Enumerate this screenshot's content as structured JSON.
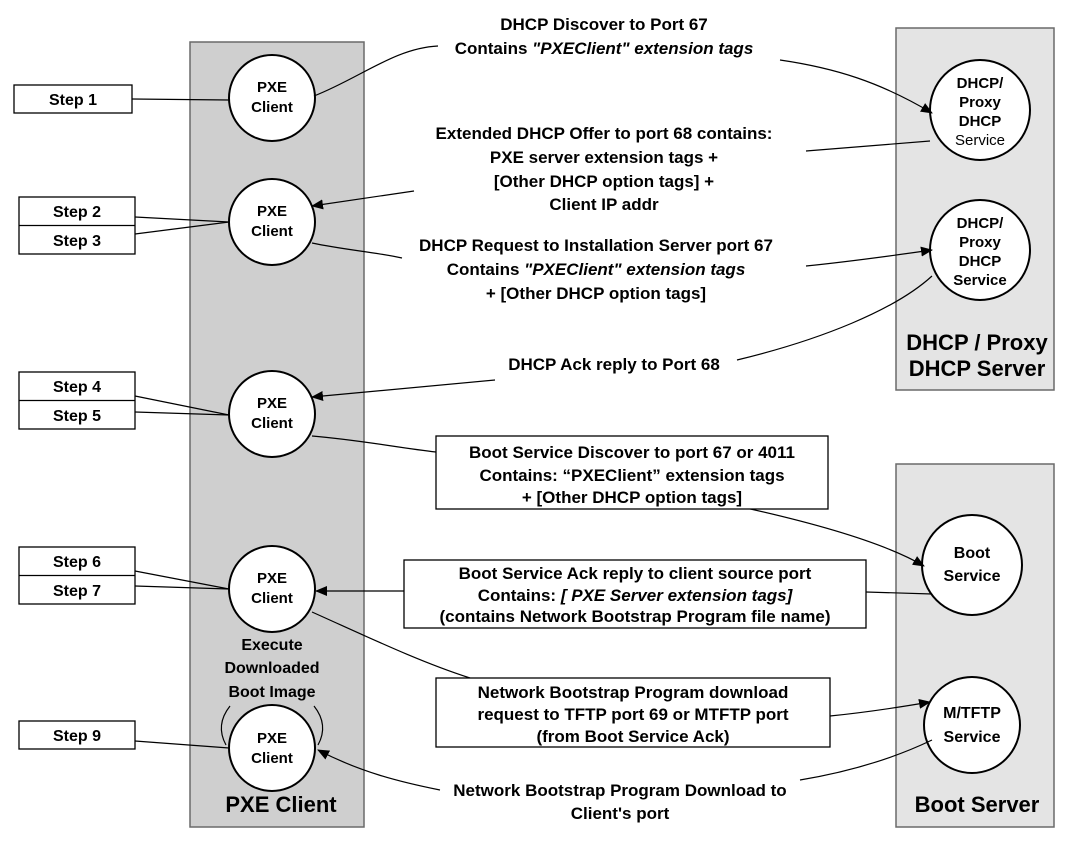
{
  "columns": {
    "client": "PXE Client",
    "dhcp_line1": "DHCP / Proxy",
    "dhcp_line2": "DHCP Server",
    "boot": "Boot Server"
  },
  "steps": [
    "Step 1",
    "Step 2",
    "Step 3",
    "Step 4",
    "Step 5",
    "Step 6",
    "Step 7",
    "Step 9"
  ],
  "nodes": {
    "pxe_line1": "PXE",
    "pxe_line2": "Client",
    "dhcp_line1": "DHCP/",
    "dhcp_line2": "Proxy",
    "dhcp_line3": "DHCP",
    "dhcp_line4": "Service",
    "boot_line1": "Boot",
    "boot_line2": "Service",
    "tftp_line1": "M/TFTP",
    "tftp_line2": "Service"
  },
  "execute": [
    "Execute",
    "Downloaded",
    "Boot Image"
  ],
  "messages": {
    "discover": {
      "line1": "DHCP Discover to Port 67",
      "line2_prefix": "Contains ",
      "line2_italic": "\"PXEClient\" extension tags"
    },
    "offer": {
      "line1": "Extended DHCP Offer to port 68 contains:",
      "line2": "PXE server extension tags +",
      "line3": "[Other DHCP option tags] +",
      "line4": "Client IP addr"
    },
    "request": {
      "line1": "DHCP Request to Installation Server port 67",
      "line2_prefix": "Contains ",
      "line2_italic": "\"PXEClient\" extension tags",
      "line3": "+ [Other DHCP option tags]"
    },
    "ack": {
      "line1": "DHCP Ack reply to Port 68"
    },
    "boot_discover": {
      "line1": "Boot Service Discover to port 67 or 4011",
      "line2": "Contains: “PXEClient” extension tags",
      "line3": "+ [Other DHCP option tags]"
    },
    "boot_ack": {
      "line1": "Boot Service Ack reply to client source port",
      "line2_prefix": "Contains: ",
      "line2_italic": "[ PXE Server extension tags]",
      "line3": "(contains Network Bootstrap Program file name)"
    },
    "nbp_request": {
      "line1": "Network Bootstrap Program download",
      "line2": "request to TFTP port 69 or MTFTP port",
      "line3": "(from Boot Service Ack)"
    },
    "nbp_download": {
      "line1": "Network Bootstrap Program Download to",
      "line2": "Client's port"
    }
  }
}
